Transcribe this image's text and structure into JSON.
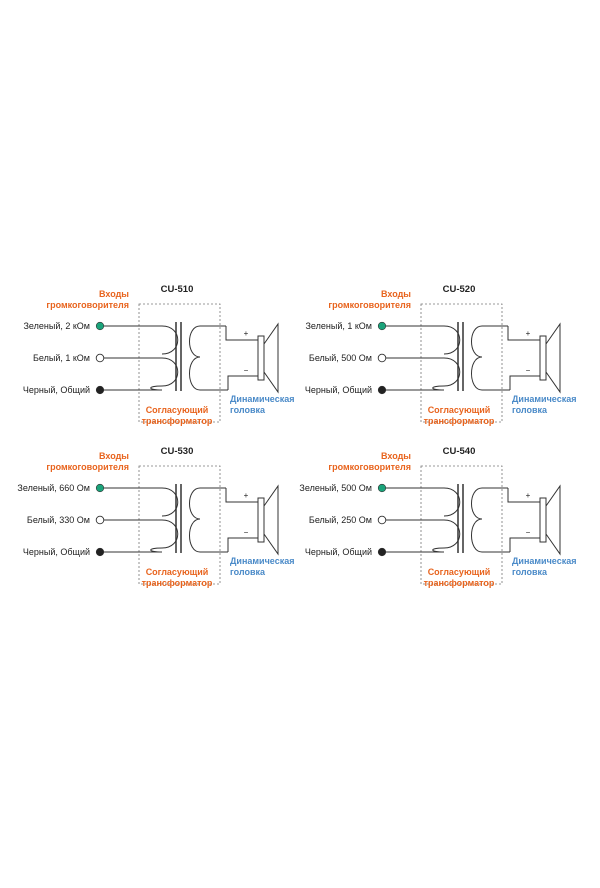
{
  "colors": {
    "green_terminal": "#1aa37a",
    "black_terminal": "#222222",
    "white_terminal": "#ffffff",
    "orange_label": "#e8641e",
    "blue_label": "#4a8ac8"
  },
  "labels": {
    "inputs_line1": "Входы",
    "inputs_line2": "громкоговорителя",
    "transformer_line1": "Согласующий",
    "transformer_line2": "трансформатор",
    "speaker_line1": "Динамическая",
    "speaker_line2": "головка",
    "plus": "+",
    "minus": "−"
  },
  "models": [
    {
      "name": "CU-510",
      "green": "Зеленый, 2 кОм",
      "white": "Белый, 1 кОм",
      "black": "Черный, Общий"
    },
    {
      "name": "CU-520",
      "green": "Зеленый, 1 кОм",
      "white": "Белый, 500 Ом",
      "black": "Черный, Общий"
    },
    {
      "name": "CU-530",
      "green": "Зеленый, 660 Ом",
      "white": "Белый, 330 Ом",
      "black": "Черный, Общий"
    },
    {
      "name": "CU-540",
      "green": "Зеленый, 500 Ом",
      "white": "Белый, 250 Ом",
      "black": "Черный, Общий"
    }
  ]
}
